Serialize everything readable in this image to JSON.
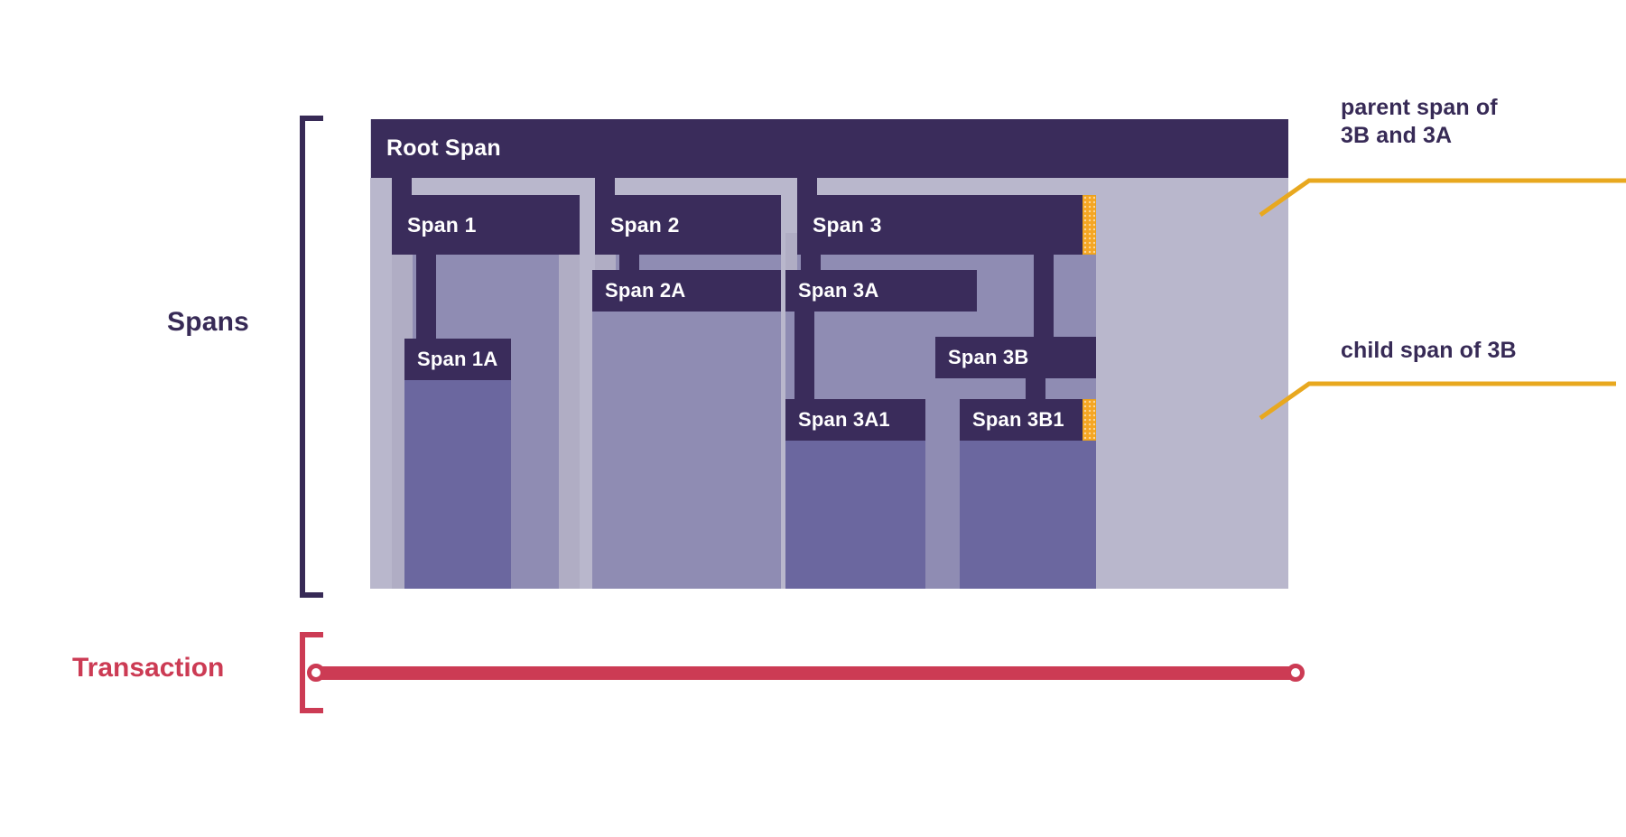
{
  "sections": {
    "spans_label": "Spans",
    "transaction_label": "Transaction"
  },
  "colors": {
    "span_header": "#3a2c5b",
    "span_body": "#a9a6c0",
    "container_bg": "#d8d8e5",
    "accent_orange": "#f5a623",
    "transaction_red": "#cc3b54",
    "text_dark": "#372a56"
  },
  "spans": {
    "root": {
      "label": "Root Span"
    },
    "s1": {
      "label": "Span 1"
    },
    "s1a": {
      "label": "Span 1A"
    },
    "s2": {
      "label": "Span 2"
    },
    "s2a": {
      "label": "Span 2A"
    },
    "s3": {
      "label": "Span 3"
    },
    "s3a": {
      "label": "Span 3A"
    },
    "s3a1": {
      "label": "Span 3A1"
    },
    "s3b": {
      "label": "Span 3B"
    },
    "s3b1": {
      "label": "Span 3B1"
    }
  },
  "annotations": {
    "parent": {
      "text": "parent span of\n3B and 3A"
    },
    "child": {
      "text": "child span of 3B"
    }
  }
}
